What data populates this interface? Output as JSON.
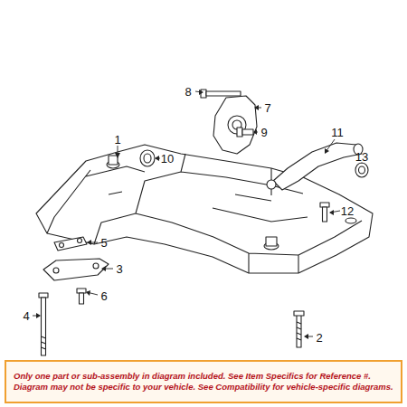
{
  "diagram": {
    "nodes": [
      {
        "text": [
          "Only one part or sub-assembly in diagram included. See Item Specifics for Reference #. Diagram may not be specific to your vehicle. See Compatibility for vehicle-specific diagrams."
        ]
      }
    ],
    "labels": [
      "1",
      "2",
      "3",
      "4",
      "5",
      "6",
      "7",
      "8",
      "9",
      "10",
      "11",
      "12",
      "13"
    ]
  }
}
